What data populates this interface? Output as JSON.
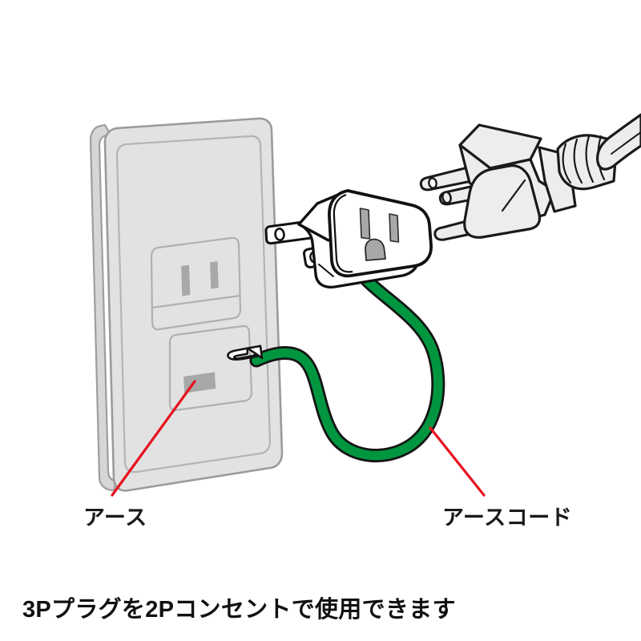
{
  "figure": {
    "title_text": "3Pプラグを2Pコンセントで使用できます",
    "kind": "technical-illustration",
    "subject": "3P to 2P grounding plug adapter"
  },
  "labels": {
    "earth": "アース",
    "earth_cord": "アースコード"
  },
  "caption": {
    "text": "3Pプラグを2Pコンセントで使用できます"
  },
  "colors": {
    "background": "#ffffff",
    "leader_red": "#e8111f",
    "cord_green": "#00953f",
    "cord_outline": "#141414",
    "plate_fill": "#e2e2e2",
    "plate_outline": "#9b9b9b",
    "plate_edge": "#b5b5b5",
    "slot_gray": "#a8a8a8",
    "adapter_body": "#ffffff",
    "adapter_outline": "#111111",
    "plug_body": "#eceded",
    "plug_outline": "#1a1a1a",
    "text": "#111111"
  },
  "parts": {
    "wall_plate": "2P wall outlet faceplate",
    "outlet_slots": "2P receptacle slots",
    "ground_terminal": "earth terminal cover with screw slot",
    "adapter": "3P-to-2P grounding adapter",
    "adapter_face": "3P receptacle face with two blade slots and D-shaped ground hole",
    "adapter_prongs": "two flat blade prongs",
    "earth_cord": "green earth cord",
    "fork_terminal": "U-shaped fork terminal lug",
    "plug_3p": "3P grounded plug",
    "plug_pins": "two flat blades and one round ground pin",
    "strain_relief": "ribbed strain relief boot",
    "power_cable": "power cable"
  },
  "leader_lines": [
    {
      "name": "earth-leader",
      "from": "ground terminal slot",
      "to": "アース label"
    },
    {
      "name": "earth-cord-leader",
      "from": "green cord bend",
      "to": "アースコード label"
    }
  ]
}
